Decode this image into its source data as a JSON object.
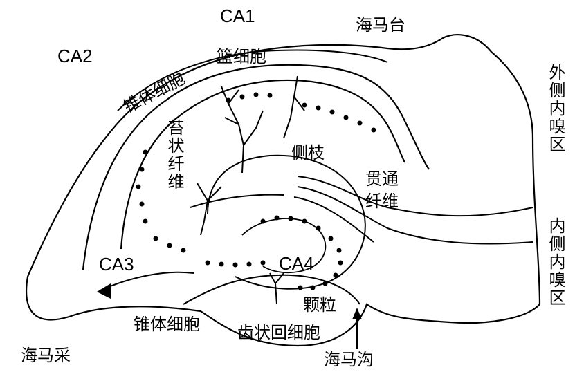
{
  "labels": {
    "ca1": "CA1",
    "ca2": "CA2",
    "ca3": "CA3",
    "ca4": "CA4",
    "hippocampal_platform": "海马台",
    "pyramidal_cells_top": "锥体细胞",
    "basket_cells": "篮细胞",
    "mossy_fibers": "苔状纤维",
    "lateral_branch": "侧枝",
    "perforant_path": "贯通纤维",
    "lateral_entorhinal": "外侧内嗅区",
    "medial_entorhinal": "内侧内嗅区",
    "pyramidal_cells_bottom": "锥体细胞",
    "granule_cells": "颗粒",
    "dentate_granule": "齿状回细胞",
    "fimbria": "海马采",
    "hippocampal_sulcus": "海马沟"
  },
  "colors": {
    "ink": "#000000",
    "paper": "#ffffff"
  }
}
